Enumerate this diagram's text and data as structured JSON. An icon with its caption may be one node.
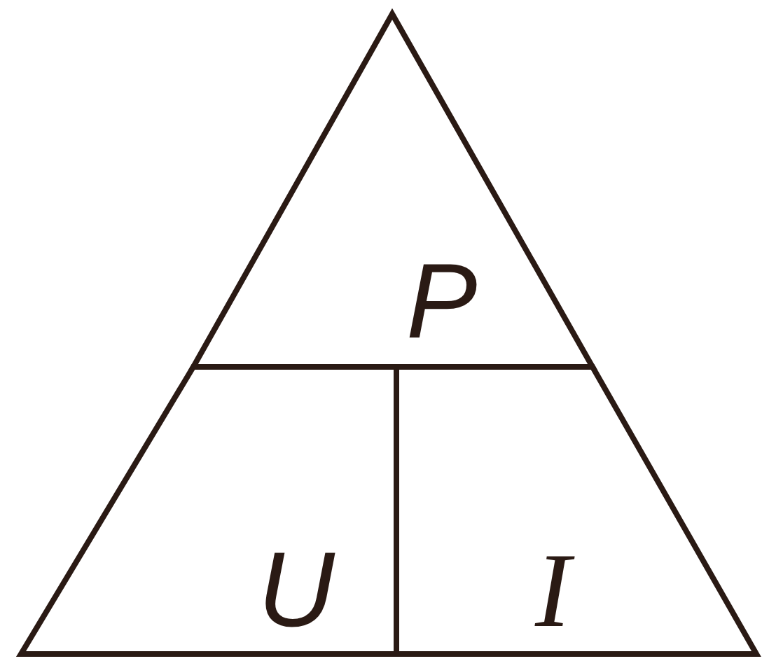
{
  "diagram": {
    "nodes": [
      {
        "text": [
          "P"
        ]
      },
      {
        "text": [
          "U"
        ]
      },
      {
        "text": [
          "I"
        ]
      }
    ]
  }
}
